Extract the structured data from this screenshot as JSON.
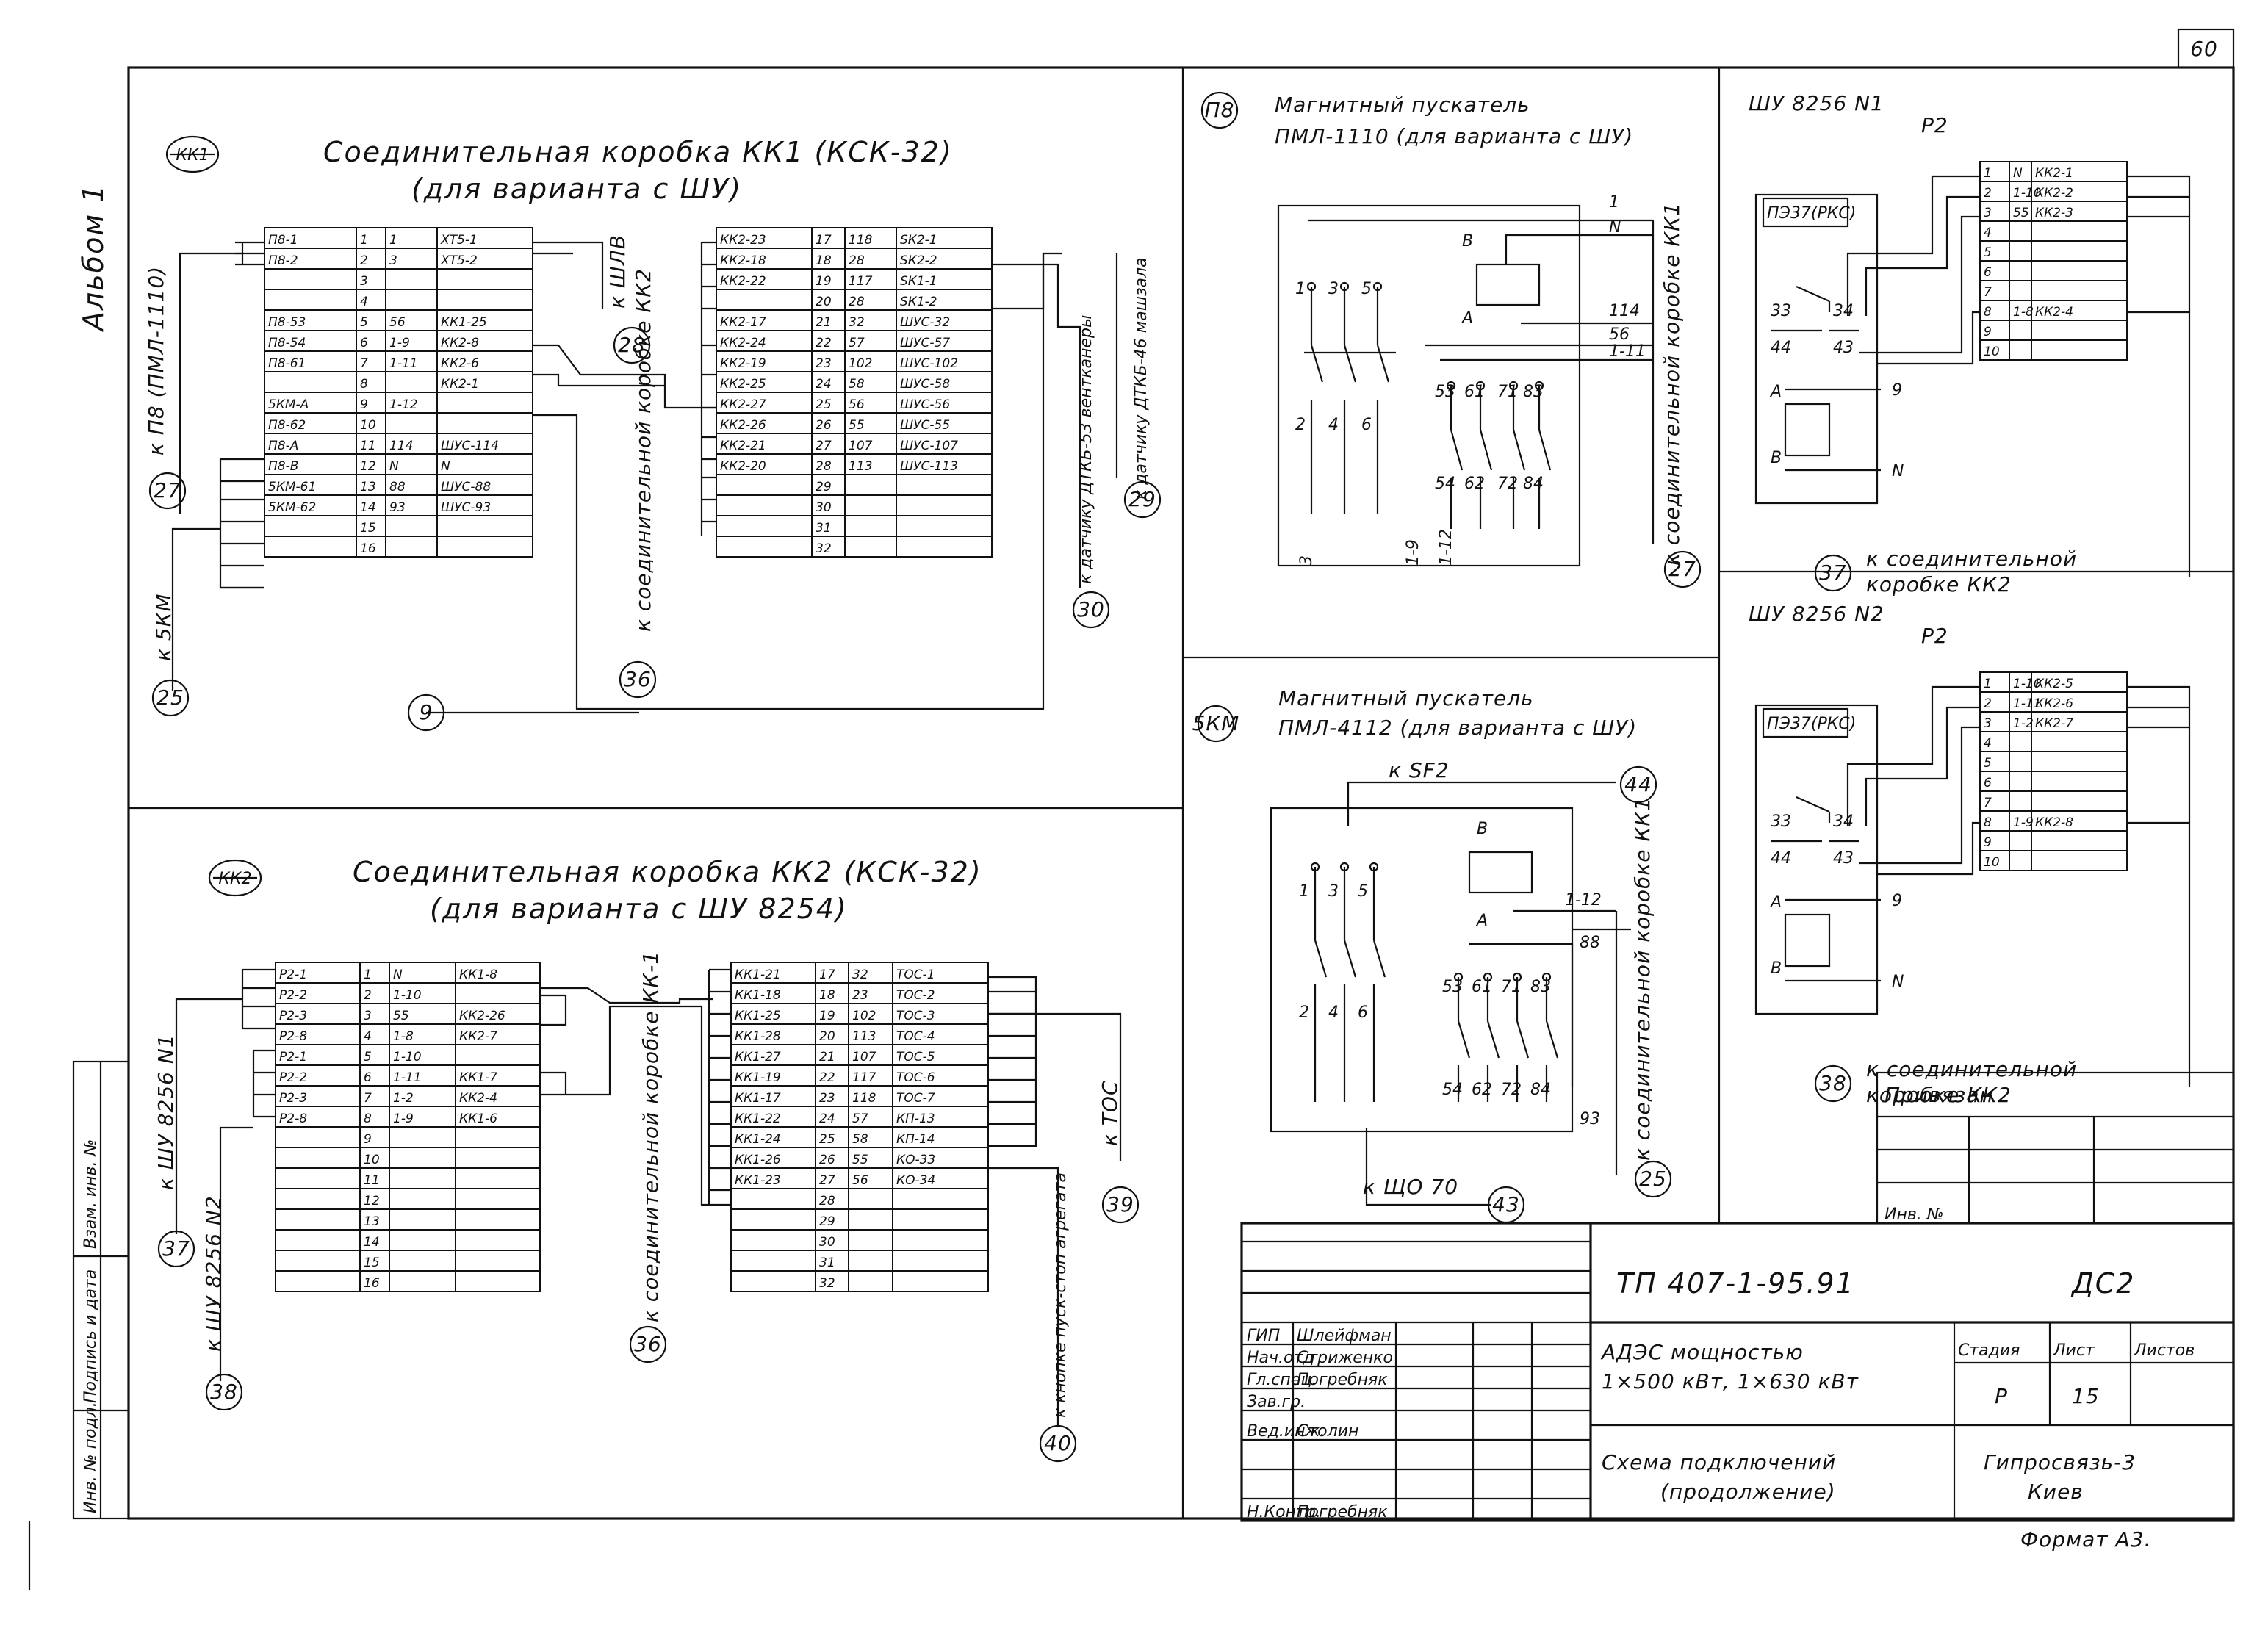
{
  "sheet_number": "60",
  "album": "Альбом 1",
  "side_labels": [
    "Инв. № подл.",
    "Подпись и дата",
    "Взам. инв. №"
  ],
  "kk1": {
    "tag": "КК1",
    "title": "Соединительная коробка КК1 (КСК-32)",
    "subtitle": "(для варианта с ШУ)",
    "table1": [
      [
        "П8-1",
        "1",
        "1",
        "ХТ5-1"
      ],
      [
        "П8-2",
        "2",
        "3",
        "ХТ5-2"
      ],
      [
        "",
        "3",
        "",
        ""
      ],
      [
        "",
        "4",
        "",
        ""
      ],
      [
        "П8-53",
        "5",
        "56",
        "КК1-25"
      ],
      [
        "П8-54",
        "6",
        "1-9",
        "КК2-8"
      ],
      [
        "П8-61",
        "7",
        "1-11",
        "КК2-6"
      ],
      [
        "",
        "8",
        "",
        "КК2-1"
      ],
      [
        "5КМ-А",
        "9",
        "1-12",
        ""
      ],
      [
        "П8-62",
        "10",
        "",
        ""
      ],
      [
        "П8-А",
        "11",
        "114",
        "ШУС-114"
      ],
      [
        "П8-В",
        "12",
        "N",
        "N"
      ],
      [
        "5КМ-61",
        "13",
        "88",
        "ШУС-88"
      ],
      [
        "5КМ-62",
        "14",
        "93",
        "ШУС-93"
      ],
      [
        "",
        "15",
        "",
        ""
      ],
      [
        "",
        "16",
        "",
        ""
      ]
    ],
    "table2": [
      [
        "КК2-23",
        "17",
        "118",
        "SК2-1"
      ],
      [
        "КК2-18",
        "18",
        "28",
        "SК2-2"
      ],
      [
        "КК2-22",
        "19",
        "117",
        "SК1-1"
      ],
      [
        "",
        "20",
        "28",
        "SК1-2"
      ],
      [
        "КК2-17",
        "21",
        "32",
        "ШУС-32"
      ],
      [
        "КК2-24",
        "22",
        "57",
        "ШУС-57"
      ],
      [
        "КК2-19",
        "23",
        "102",
        "ШУС-102"
      ],
      [
        "КК2-25",
        "24",
        "58",
        "ШУС-58"
      ],
      [
        "КК2-27",
        "25",
        "56",
        "ШУС-56"
      ],
      [
        "КК2-26",
        "26",
        "55",
        "ШУС-55"
      ],
      [
        "КК2-21",
        "27",
        "107",
        "ШУС-107"
      ],
      [
        "КК2-20",
        "28",
        "113",
        "ШУС-113"
      ],
      [
        "",
        "29",
        "",
        ""
      ],
      [
        "",
        "30",
        "",
        ""
      ],
      [
        "",
        "31",
        "",
        ""
      ],
      [
        "",
        "32",
        "",
        ""
      ]
    ],
    "labels": {
      "to_p8": "к П8 (ПМЛ-1110)",
      "to_5km": "к 5КМ",
      "to_shlv": "к ШЛВ",
      "to_kk2": "к соединительной коробке КК2",
      "to_dtkb": "к датчику ДТКБ-53 вентканеры",
      "to_dtkb2": "к датчику ДТКБ-46 машзала"
    },
    "circles": [
      "27",
      "25",
      "28",
      "36",
      "9",
      "30",
      "29"
    ]
  },
  "kk2": {
    "tag": "КК2",
    "title": "Соединительная коробка КК2 (КСК-32)",
    "subtitle": "(для варианта с ШУ 8254)",
    "table1": [
      [
        "Р2-1",
        "1",
        "N",
        "КК1-8"
      ],
      [
        "Р2-2",
        "2",
        "1-10",
        ""
      ],
      [
        "Р2-3",
        "3",
        "55",
        "КК2-26"
      ],
      [
        "Р2-8",
        "4",
        "1-8",
        "КК2-7"
      ],
      [
        "Р2-1",
        "5",
        "1-10",
        ""
      ],
      [
        "Р2-2",
        "6",
        "1-11",
        "КК1-7"
      ],
      [
        "Р2-3",
        "7",
        "1-2",
        "КК2-4"
      ],
      [
        "Р2-8",
        "8",
        "1-9",
        "КК1-6"
      ],
      [
        "",
        "9",
        "",
        ""
      ],
      [
        "",
        "10",
        "",
        ""
      ],
      [
        "",
        "11",
        "",
        ""
      ],
      [
        "",
        "12",
        "",
        ""
      ],
      [
        "",
        "13",
        "",
        ""
      ],
      [
        "",
        "14",
        "",
        ""
      ],
      [
        "",
        "15",
        "",
        ""
      ],
      [
        "",
        "16",
        "",
        ""
      ]
    ],
    "table2": [
      [
        "КК1-21",
        "17",
        "32",
        "ТОС-1"
      ],
      [
        "КК1-18",
        "18",
        "23",
        "ТОС-2"
      ],
      [
        "КК1-25",
        "19",
        "102",
        "ТОС-3"
      ],
      [
        "КК1-28",
        "20",
        "113",
        "ТОС-4"
      ],
      [
        "КК1-27",
        "21",
        "107",
        "ТОС-5"
      ],
      [
        "КК1-19",
        "22",
        "117",
        "ТОС-6"
      ],
      [
        "КК1-17",
        "23",
        "118",
        "ТОС-7"
      ],
      [
        "КК1-22",
        "24",
        "57",
        "КП-13"
      ],
      [
        "КК1-24",
        "25",
        "58",
        "КП-14"
      ],
      [
        "КК1-26",
        "26",
        "55",
        "КО-33"
      ],
      [
        "КК1-23",
        "27",
        "56",
        "КО-34"
      ],
      [
        "",
        "28",
        "",
        ""
      ],
      [
        "",
        "29",
        "",
        ""
      ],
      [
        "",
        "30",
        "",
        ""
      ],
      [
        "",
        "31",
        "",
        ""
      ],
      [
        "",
        "32",
        "",
        ""
      ]
    ],
    "labels": {
      "to_shu1": "к ШУ 8256 N1",
      "to_shu2": "к ШУ 8256 N2",
      "to_kk1": "к соединительной коробке КК-1",
      "to_knopka": "к кнопке пуск-стоп агрегата",
      "to_toc": "к ТОС"
    },
    "circles": [
      "37",
      "38",
      "36",
      "40",
      "39"
    ]
  },
  "p8": {
    "tag": "П8",
    "title": "Магнитный пускатель",
    "subtitle": "ПМЛ-1110 (для варианта с ШУ)",
    "coil_top": "В",
    "coil_bot": "А",
    "right_labels": [
      "1",
      "N",
      "114",
      "56",
      "1-11"
    ],
    "bottom_labels": [
      "3",
      "1-9",
      "1-12"
    ],
    "contacts_top": [
      "1",
      "3",
      "5",
      "53",
      "61",
      "71",
      "83"
    ],
    "contacts_bot": [
      "2",
      "4",
      "6",
      "54",
      "62",
      "72",
      "84"
    ],
    "to_kk1": "к соединительной коробке КК1",
    "circle": "27"
  },
  "km5": {
    "tag": "5КМ",
    "title": "Магнитный пускатель",
    "subtitle": "ПМЛ-4112 (для варианта с ШУ)",
    "to_sf2": "к SF2",
    "circle_sf2": "44",
    "coil_top": "В",
    "coil_bot": "А",
    "right_labels": [
      "1-12",
      "88",
      "93"
    ],
    "contacts_top": [
      "1",
      "3",
      "5",
      "53",
      "61",
      "71",
      "83"
    ],
    "contacts_bot": [
      "2",
      "4",
      "6",
      "54",
      "62",
      "72",
      "84"
    ],
    "to_shu70": "к ЩО 70",
    "circle_shu70": "43",
    "to_kk1": "к соединительной коробке КК1",
    "circle": "25"
  },
  "shu1": {
    "title": "ШУ 8256 N1",
    "relay": "Р2",
    "pe": "ПЭ37(РКС)",
    "rows": [
      [
        "1",
        "N",
        "КК2-1"
      ],
      [
        "2",
        "1-10",
        "КК2-2"
      ],
      [
        "3",
        "55",
        "КК2-3"
      ],
      [
        "4",
        "",
        ""
      ],
      [
        "5",
        "",
        ""
      ],
      [
        "6",
        "",
        ""
      ],
      [
        "7",
        "",
        ""
      ],
      [
        "8",
        "1-8",
        "КК2-4"
      ],
      [
        "9",
        "",
        ""
      ],
      [
        "10",
        "",
        ""
      ]
    ],
    "contacts": [
      "33",
      "34",
      "44",
      "43"
    ],
    "coil_a": "А",
    "coil_b": "В",
    "arrow_9": "9",
    "arrow_n": "N",
    "to_kk2": "к соединительной коробке КК2",
    "circle": "37"
  },
  "shu2": {
    "title": "ШУ 8256 N2",
    "relay": "Р2",
    "pe": "ПЭ37(РКС)",
    "rows": [
      [
        "1",
        "1-10",
        "КК2-5"
      ],
      [
        "2",
        "1-11",
        "КК2-6"
      ],
      [
        "3",
        "1-2",
        "КК2-7"
      ],
      [
        "4",
        "",
        ""
      ],
      [
        "5",
        "",
        ""
      ],
      [
        "6",
        "",
        ""
      ],
      [
        "7",
        "",
        ""
      ],
      [
        "8",
        "1-9",
        "КК2-8"
      ],
      [
        "9",
        "",
        ""
      ],
      [
        "10",
        "",
        ""
      ]
    ],
    "contacts": [
      "33",
      "34",
      "44",
      "43"
    ],
    "coil_a": "А",
    "coil_b": "В",
    "arrow_9": "9",
    "arrow_n": "N",
    "to_kk2": "к соединительной коробке КК2",
    "circle": "38"
  },
  "privyazan": "Привязан",
  "inv_no": "Инв. №",
  "stamp": {
    "doc_code": "ТП 407-1-95.91",
    "doc_mark": "ДС2",
    "object_line1": "АДЭС мощностью",
    "object_line2": "1×500 кВт, 1×630 кВт",
    "sheet_title1": "Схема подключений",
    "sheet_title2": "(продолжение)",
    "col_stage": "Стадия",
    "col_sheet": "Лист",
    "col_sheets": "Листов",
    "stage": "Р",
    "sheet": "15",
    "org1": "Гипросвязь-3",
    "org2": "Киев",
    "roles": [
      "ГИП",
      "Нач.отд",
      "Гл.спец.",
      "Зав.гр.",
      "Вед.инж.",
      "Н.Контр."
    ],
    "names": [
      "Шлейфман",
      "Стриженко",
      "Погребняк",
      "",
      "Столин",
      "Погребняк"
    ]
  },
  "format": "Формат А3."
}
